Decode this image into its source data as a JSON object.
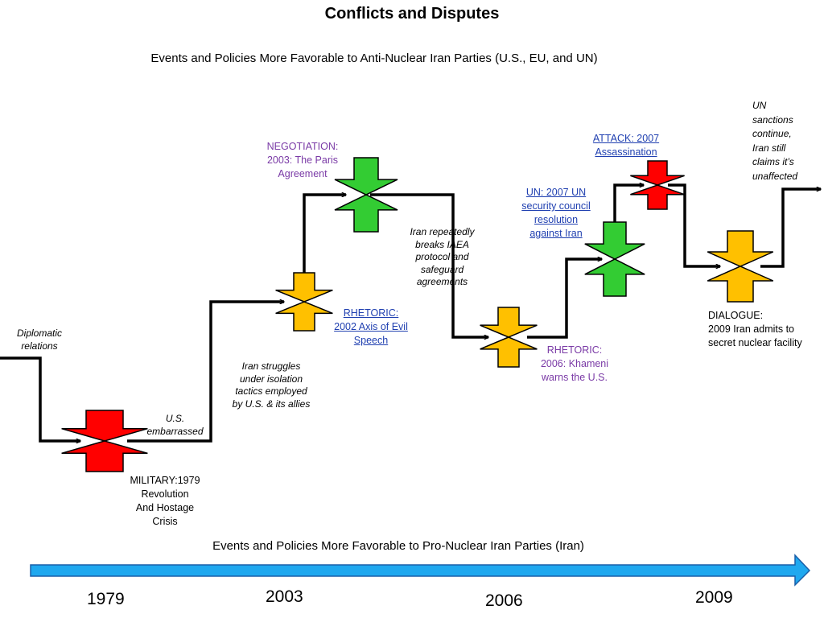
{
  "title": "Conflicts and Disputes",
  "top_caption": "Events and Policies More Favorable to Anti-Nuclear Iran Parties (U.S., EU, and UN)",
  "bottom_caption": "Events and Policies More Favorable to Pro-Nuclear Iran Parties (Iran)",
  "colors": {
    "red": "#ff0000",
    "amber": "#ffc000",
    "green": "#33cc33",
    "timeline": "#1fa8ef",
    "purple": "#7a3aa6",
    "link_blue": "#1f3fb0"
  },
  "annotations": {
    "diplomatic": [
      "Diplomatic",
      "relations"
    ],
    "us_embarrassed": [
      "U.S.",
      "embarrassed"
    ],
    "isolation": [
      "Iran struggles",
      "under isolation",
      "tactics employed",
      "by U.S. & its allies"
    ],
    "iaea": [
      "Iran repeatedly",
      "breaks IAEA",
      "protocol and",
      "safeguard",
      "agreements"
    ],
    "un_continue": [
      "UN",
      "sanctions",
      "continue,",
      "Iran still",
      "claims it’s",
      "unaffected"
    ]
  },
  "events": {
    "military": [
      "MILITARY:1979",
      "Revolution",
      "And Hostage",
      "Crisis"
    ],
    "rhetoric_2002": [
      "RHETORIC:",
      "2002 Axis of Evil",
      "Speech"
    ],
    "negotiation": [
      "NEGOTIATION:",
      "2003: The Paris",
      "Agreement"
    ],
    "rhetoric_2006": [
      "RHETORIC:",
      "2006: Khameni",
      "warns the U.S."
    ],
    "un_2007": [
      "UN: 2007 UN",
      "security council",
      "resolution",
      "against Iran"
    ],
    "attack_2007": [
      "ATTACK: 2007",
      "Assassination"
    ],
    "dialogue": [
      "DIALOGUE:",
      "2009 Iran admits to",
      "secret nuclear facility"
    ]
  },
  "timeline": {
    "years": [
      "1979",
      "2003",
      "2006",
      "2009"
    ]
  }
}
